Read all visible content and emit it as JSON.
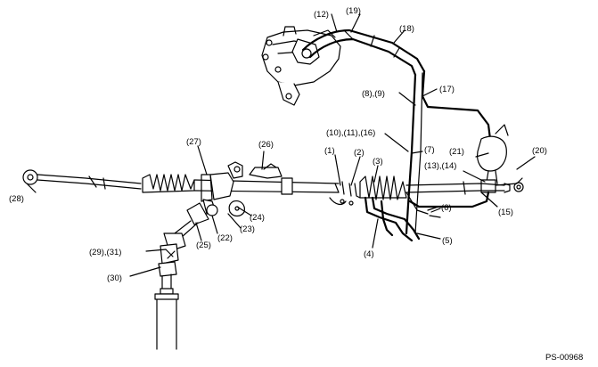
{
  "figure_code": "PS-00968",
  "callouts": {
    "c1": "(1)",
    "c2": "(2)",
    "c3": "(3)",
    "c4": "(4)",
    "c5": "(5)",
    "c6": "(6)",
    "c7": "(7)",
    "c8_9": "(8),(9)",
    "c10_11_16": "(10),(11),(16)",
    "c12": "(12)",
    "c13_14": "(13),(14)",
    "c15": "(15)",
    "c17": "(17)",
    "c18": "(18)",
    "c19": "(19)",
    "c20": "(20)",
    "c21": "(21)",
    "c22": "(22)",
    "c23": "(23)",
    "c24": "(24)",
    "c25": "(25)",
    "c26": "(26)",
    "c27": "(27)",
    "c28": "(28)",
    "c29_31": "(29),(31)",
    "c30": "(30)"
  }
}
